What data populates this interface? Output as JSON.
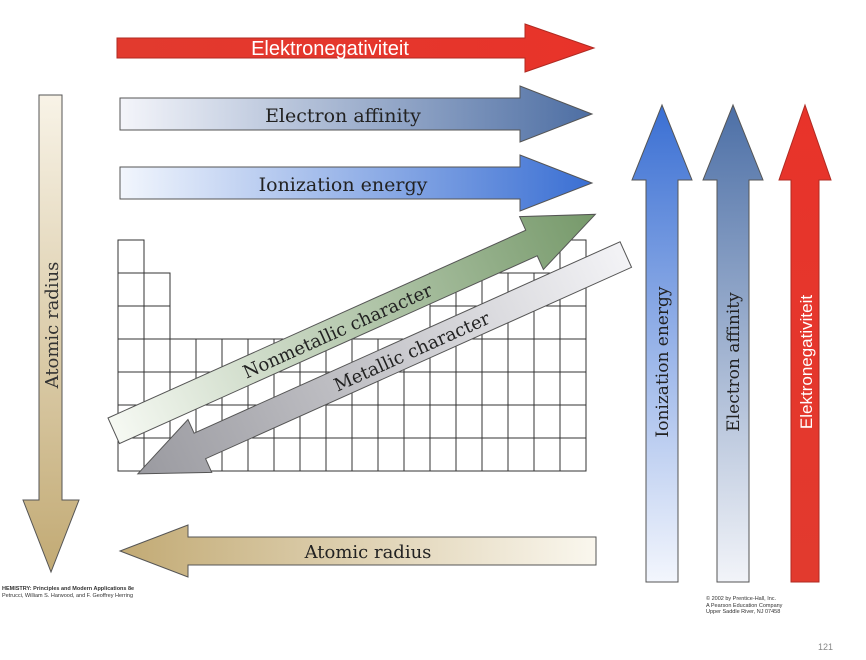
{
  "colors": {
    "red": "#e8332a",
    "blue": "#3b6fd4",
    "blue_dark": "#4b6fa8",
    "green": "#7ea06c",
    "gray": "#a0a0a5",
    "tan": "#c4ad78"
  },
  "arrows": {
    "top_electronegativity": "Elektronegativiteit",
    "top_electron_affinity": "Electron affinity",
    "top_ionization_energy": "Ionization energy",
    "left_atomic_radius": "Atomic radius",
    "bottom_atomic_radius": "Atomic radius",
    "nonmetallic": "Nonmetallic character",
    "metallic": "Metallic character",
    "right_ionization_energy": "Ionization energy",
    "right_electron_affinity": "Electron affinity",
    "right_electronegativity": "Elektronegativiteit"
  },
  "credits": {
    "left_title": "HEMISTRY: Principles and Modern Applications 8e",
    "left_authors": "Petrucci, William S. Harwood, and F. Geoffrey Herring",
    "right_line1": "© 2002 by Prentice-Hall, Inc.",
    "right_line2": "A Pearson Education Company",
    "right_line3": "Upper Saddle River, NJ 07458"
  },
  "page_number": "121"
}
